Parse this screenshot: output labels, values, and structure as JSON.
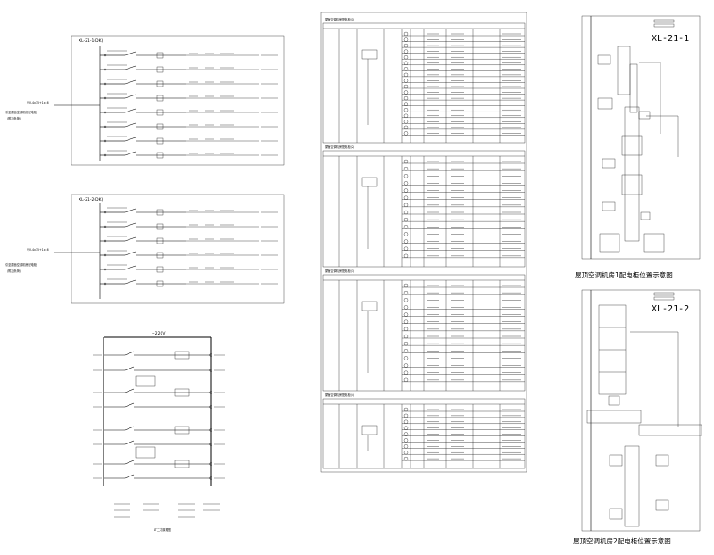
{
  "panels": {
    "p1": {
      "title": "XL-21-1(DK)",
      "side_note": "引至屋面空调机房配电柜",
      "side_note2": "（附加负荷）",
      "feeder": "YJV-4x35+1x16"
    },
    "p2": {
      "title": "XL-21-2(DK)",
      "side_note": "引至屋面空调机房配电柜",
      "side_note2": "（附加负荷）",
      "feeder": "YJV-4x35+1x16"
    },
    "control": {
      "voltage": "~220V",
      "caption": "AT二次原理图"
    }
  },
  "tables": [
    {
      "title": "屋面空调机房配电柜(1)"
    },
    {
      "title": "屋面空调机房配电柜(2)"
    },
    {
      "title": "屋面空调机房配电柜(3)"
    },
    {
      "title": "屋面空调机房配电柜(4)"
    }
  ],
  "plans": [
    {
      "tag": "XL-21-1",
      "caption": "屋顶空调机房1配电柜位置示意图"
    },
    {
      "tag": "XL-21-2",
      "caption": "屋顶空调机房2配电柜位置示意图"
    }
  ]
}
